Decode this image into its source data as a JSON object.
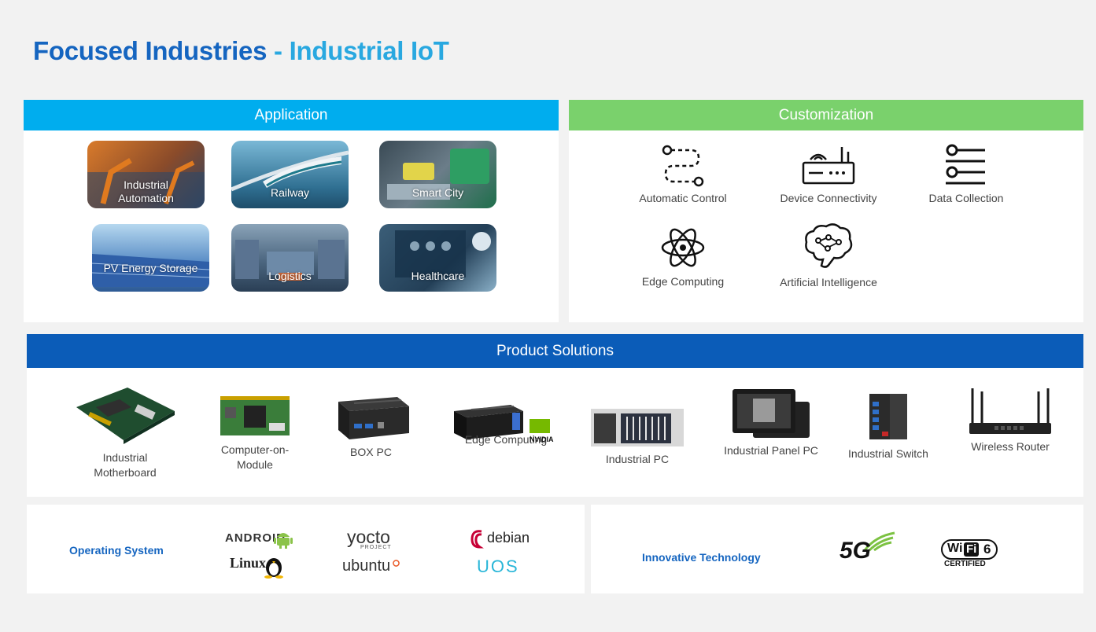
{
  "title": {
    "main": "Focused Industries",
    "separator": "-",
    "sub": "Industrial IoT"
  },
  "application": {
    "header": "Application",
    "tiles": [
      {
        "label_line1": "Industrial",
        "label_line2": "Automation"
      },
      {
        "label_line1": "Railway",
        "label_line2": ""
      },
      {
        "label_line1": "Smart City",
        "label_line2": ""
      },
      {
        "label_line1": "PV Energy Storage",
        "label_line2": ""
      },
      {
        "label_line1": "Logistics",
        "label_line2": ""
      },
      {
        "label_line1": "Healthcare",
        "label_line2": ""
      }
    ]
  },
  "customization": {
    "header": "Customization",
    "items": [
      {
        "label": "Automatic Control",
        "icon": "route-icon"
      },
      {
        "label": "Device Connectivity",
        "icon": "router-icon"
      },
      {
        "label": "Data Collection",
        "icon": "list-icon"
      },
      {
        "label": "Edge Computing",
        "icon": "atom-icon"
      },
      {
        "label": "Artificial Intelligence",
        "icon": "brain-icon"
      }
    ]
  },
  "products": {
    "header": "Product Solutions",
    "items": [
      {
        "line1": "Industrial",
        "line2": "Motherboard"
      },
      {
        "line1": "Computer-on-",
        "line2": "Module"
      },
      {
        "line1": "BOX PC",
        "line2": ""
      },
      {
        "line1": "Edge Computing",
        "line2": ""
      },
      {
        "line1": "Industrial PC",
        "line2": ""
      },
      {
        "line1": "Industrial Panel PC",
        "line2": ""
      },
      {
        "line1": "Industrial Switch",
        "line2": ""
      },
      {
        "line1": "Wireless Router",
        "line2": ""
      }
    ],
    "nvidia_badge": "NVIDIA"
  },
  "os": {
    "title": "Operating System",
    "logos": {
      "android": "ANDROID",
      "linux": "Linux",
      "yocto": "yocto",
      "yocto_sub": "PROJECT",
      "ubuntu": "ubuntu",
      "debian": "debian",
      "uos": "UOS"
    }
  },
  "tech": {
    "title": "Innovative Technology",
    "logos": {
      "fiveg": "5G",
      "wifi_a": "Wi",
      "wifi_b": "Fi",
      "wifi_num": "6",
      "wifi_cert": "CERTIFIED"
    }
  },
  "colors": {
    "title_blue": "#1565c0",
    "light_blue": "#29a8e0",
    "app_header": "#00adee",
    "cust_header": "#7ad16c",
    "prod_header": "#0b5cb8"
  }
}
